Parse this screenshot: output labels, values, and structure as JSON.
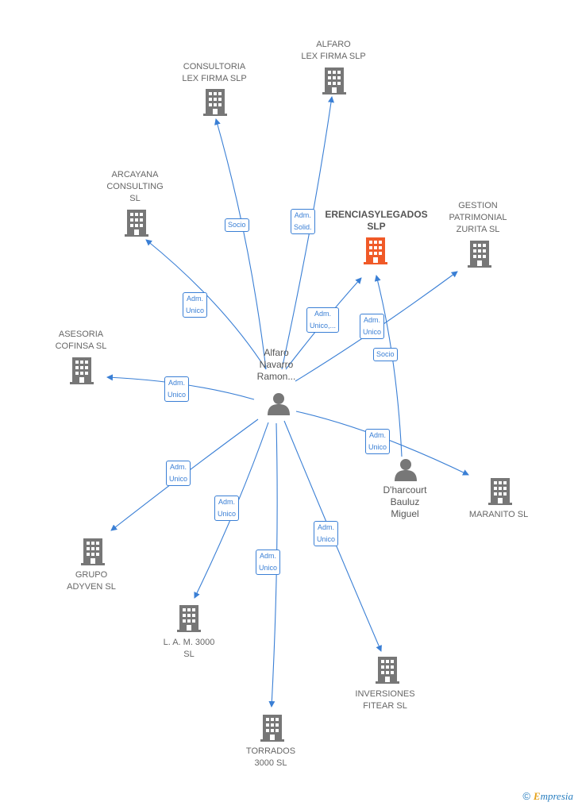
{
  "center": {
    "name": "ERENCIASYLEGADOS\nSLP",
    "color": "#f05a28"
  },
  "persons": [
    {
      "id": "alfaro",
      "name": "Alfaro\nNavarro\nRamon..."
    },
    {
      "id": "dharcourt",
      "name": "D'harcourt\nBauluz\nMiguel"
    }
  ],
  "companies": [
    {
      "id": "consultoria",
      "name": "CONSULTORIA\nLEX FIRMA  SLP"
    },
    {
      "id": "alfaro_lex",
      "name": "ALFARO\nLEX FIRMA SLP"
    },
    {
      "id": "arcayana",
      "name": "ARCAYANA\nCONSULTING\nSL"
    },
    {
      "id": "gestion",
      "name": "GESTION\nPATRIMONIAL\nZURITA  SL"
    },
    {
      "id": "asesoria",
      "name": "ASESORIA\nCOFINSA SL"
    },
    {
      "id": "maranito",
      "name": "MARANITO SL"
    },
    {
      "id": "grupo",
      "name": "GRUPO\nADYVEN SL"
    },
    {
      "id": "lam",
      "name": "L. A. M. 3000\nSL"
    },
    {
      "id": "inversiones",
      "name": "INVERSIONES\nFITEAR SL"
    },
    {
      "id": "torrados",
      "name": "TORRADOS\n3000 SL"
    }
  ],
  "edges": [
    {
      "id": "e-consultoria",
      "label": "Socio"
    },
    {
      "id": "e-alfaro-lex",
      "label": "Adm.\nSolid."
    },
    {
      "id": "e-arcayana",
      "label": "Adm.\nUnico"
    },
    {
      "id": "e-center",
      "label": "Adm.\nUnico,..."
    },
    {
      "id": "e-gestion",
      "label": "Adm.\nUnico"
    },
    {
      "id": "e-dharcourt-center",
      "label": "Socio"
    },
    {
      "id": "e-asesoria",
      "label": "Adm.\nUnico"
    },
    {
      "id": "e-maranito",
      "label": "Adm.\nUnico"
    },
    {
      "id": "e-grupo",
      "label": "Adm.\nUnico"
    },
    {
      "id": "e-lam",
      "label": "Adm.\nUnico"
    },
    {
      "id": "e-torrados",
      "label": "Adm.\nUnico"
    },
    {
      "id": "e-inversiones",
      "label": "Adm.\nUnico"
    }
  ],
  "colors": {
    "edge": "#3a7fd5",
    "building": "#777777",
    "person": "#777777"
  },
  "footer": {
    "copyright": "©",
    "brand_initial": "E",
    "brand_rest": "mpresia"
  }
}
